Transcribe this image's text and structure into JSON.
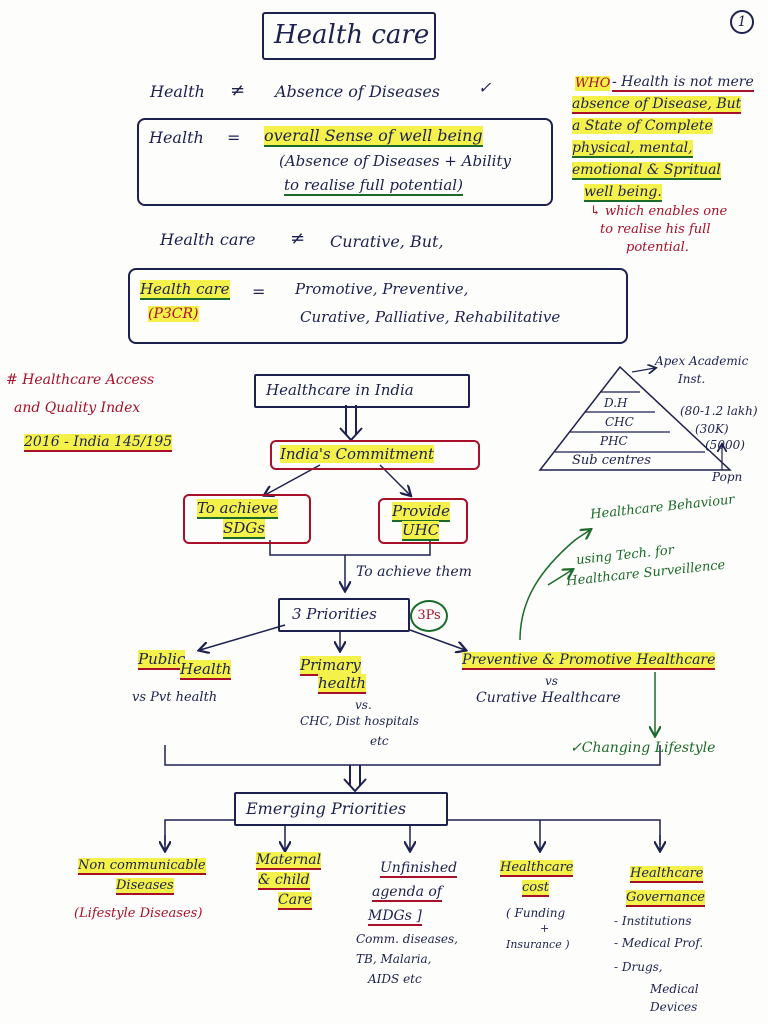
{
  "page_number": "1",
  "title": "Health care",
  "def1": {
    "left": "Health",
    "op": "≠",
    "right": "Absence of Diseases",
    "tick": "✓"
  },
  "def2": {
    "left": "Health",
    "op": "=",
    "line1": "overall Sense of well being",
    "line2": "(Absence of Diseases + Ability",
    "line3": "to realise full potential)"
  },
  "who": {
    "tag": "WHO",
    "l1": "- Health is not mere",
    "l2": "absence of Disease, But",
    "l3": "a State of Complete",
    "l4": "physical, mental,",
    "l5": "emotional & Spritual",
    "l6": "well being.",
    "l7": "↳ which enables one",
    "l8": "to realise his full",
    "l9": "potential."
  },
  "def3": {
    "left": "Health care",
    "op": "≠",
    "right": "Curative, But,"
  },
  "def4": {
    "left": "Health care",
    "abbr": "(P3CR)",
    "op": "=",
    "line1": "Promotive, Preventive,",
    "line2": "Curative, Palliative, Rehabilitative"
  },
  "haq": {
    "l1": "# Healthcare Access",
    "l2": "and Quality Index",
    "l3": "2016 - India 145/195"
  },
  "india": {
    "title": "Healthcare in India",
    "commitment": "India's Commitment",
    "sdg_l1": "To achieve",
    "sdg_l2": "SDGs",
    "uhc_l1": "Provide",
    "uhc_l2": "UHC",
    "arrow_text": "To achieve them"
  },
  "pyramid": {
    "apex_l1": "Apex Academic",
    "apex_l2": "Inst.",
    "level1": "D.H",
    "level2": "CHC",
    "level3": "PHC",
    "level4": "Sub centres",
    "pop1": "(80-1.2 lakh)",
    "pop2": "(30K)",
    "pop3": "(5000)",
    "pop_label": "Popn"
  },
  "priorities": {
    "title": "3 Priorities",
    "badge": "3Ps",
    "p1_l1": "Public",
    "p1_l2": "Health",
    "p1_vs": "vs Pvt health",
    "p2_l1": "Primary",
    "p2_l2": "health",
    "p2_vs": "vs.",
    "p2_vs2": "CHC, Dist hospitals",
    "p2_vs3": "etc",
    "p3": "Preventive & Promotive Healthcare",
    "p3_vs": "vs",
    "p3_vs2": "Curative Healthcare"
  },
  "green_notes": {
    "n1": "Healthcare Behaviour",
    "n2_l1": "using Tech. for",
    "n2_l2": "Healthcare Surveillence",
    "n3": "✓Changing Lifestyle"
  },
  "emerging": {
    "title": "Emerging Priorities",
    "e1_l1": "Non communicable",
    "e1_l2": "Diseases",
    "e1_l3": "(Lifestyle Diseases)",
    "e2_l1": "Maternal",
    "e2_l2": "& child",
    "e2_l3": "Care",
    "e3_l1": "Unfinished",
    "e3_l2": "agenda of",
    "e3_l3": "MDGs ]",
    "e3_l4": "Comm. diseases,",
    "e3_l5": "TB, Malaria,",
    "e3_l6": "AIDS etc",
    "e4_l1": "Healthcare",
    "e4_l2": "cost",
    "e4_l3": "( Funding",
    "e4_l4": "+",
    "e4_l5": "Insurance )",
    "e5_l1": "Healthcare",
    "e5_l2": "Governance",
    "e5_l3": "- Institutions",
    "e5_l4": "- Medical Prof.",
    "e5_l5": "- Drugs,",
    "e5_l6": "Medical",
    "e5_l7": "Devices"
  }
}
